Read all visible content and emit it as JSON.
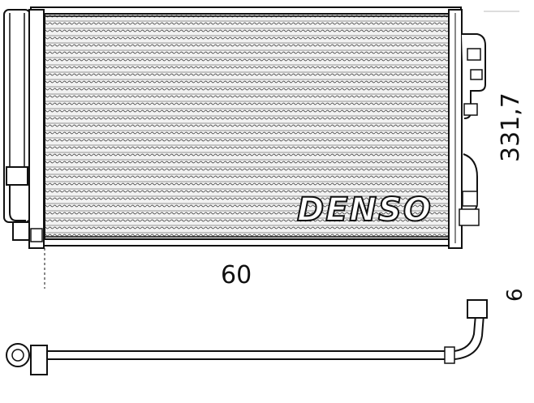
{
  "diagram": {
    "brand": "DENSO",
    "dimensions": {
      "width_label": "60",
      "height_label": "331,7",
      "depth_label": "6"
    },
    "colors": {
      "line": "#111111",
      "fin_fill": "#eeeeee",
      "background": "#ffffff"
    }
  }
}
